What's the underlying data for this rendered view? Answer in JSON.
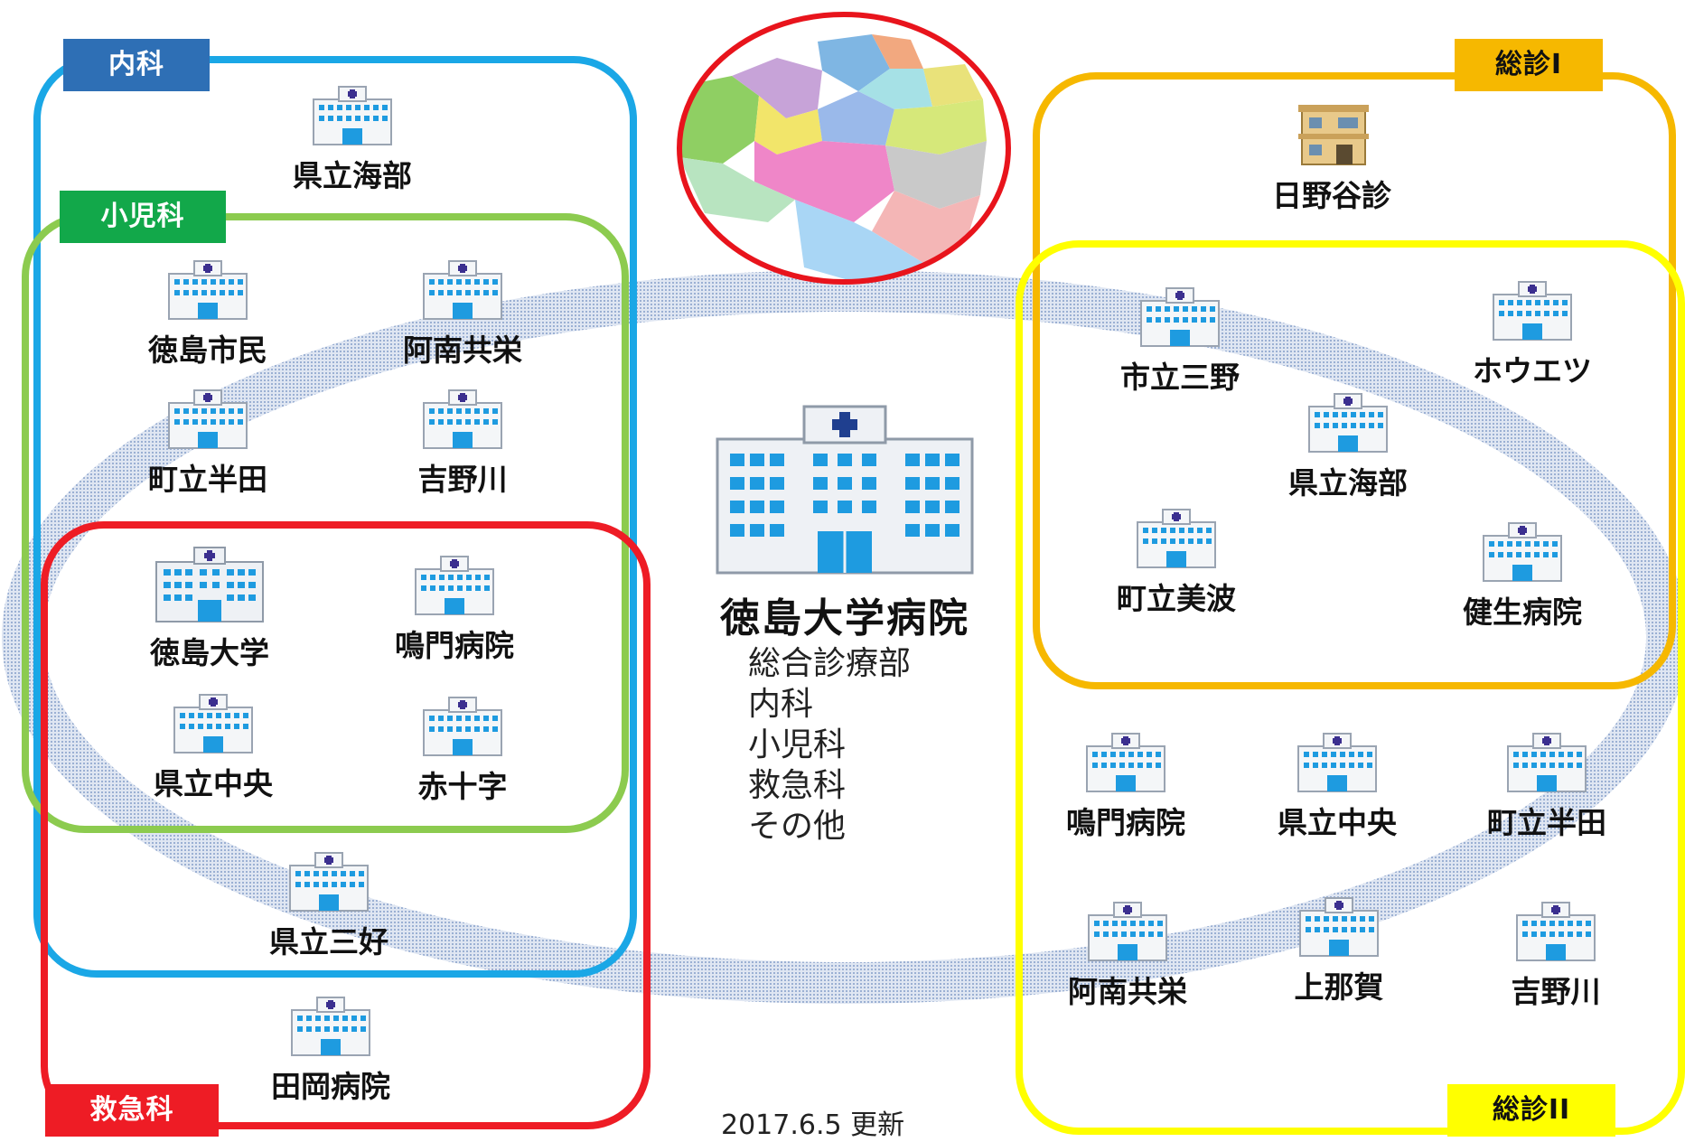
{
  "groups": {
    "naika": {
      "label": "内科",
      "color": "#1aa7e6",
      "tag_color": "#2e6fb5"
    },
    "shonika": {
      "label": "小児科",
      "color": "#8ccb4f",
      "tag_color": "#12a84a"
    },
    "kyukyu": {
      "label": "救急科",
      "color": "#ee1c25",
      "tag_color": "#ee1c25"
    },
    "soshin1": {
      "label": "総診I",
      "color": "#f6b800",
      "tag_color": "#f6b800"
    },
    "soshin2": {
      "label": "総診II",
      "color": "#ffff00",
      "tag_color": "#ffff00"
    }
  },
  "left_hospitals": {
    "kenritsu_kaifu": "県立海部",
    "tokushima_shimin": "徳島市民",
    "anan_kyoei": "阿南共栄",
    "choritsu_handa": "町立半田",
    "yoshinogawa": "吉野川",
    "tokushima_daigaku": "徳島大学",
    "naruto_byoin": "鳴門病院",
    "kenritsu_chuo": "県立中央",
    "sekijuji": "赤十字",
    "kenritsu_miyoshi": "県立三好",
    "taoka_byoin": "田岡病院"
  },
  "right_hospitals": {
    "hinodani": "日野谷診",
    "shiritsu_mino": "市立三野",
    "houetsu": "ホウエツ",
    "kenritsu_kaifu": "県立海部",
    "choritsu_minami": "町立美波",
    "kensei_byoin": "健生病院",
    "naruto_byoin": "鳴門病院",
    "kenritsu_chuo": "県立中央",
    "choritsu_handa": "町立半田",
    "anan_kyoei": "阿南共栄",
    "kaminaka": "上那賀",
    "yoshinogawa": "吉野川"
  },
  "center": {
    "title": "徳島大学病院",
    "departments": [
      "総合診療部",
      "内科",
      "小児科",
      "救急科",
      "その他"
    ]
  },
  "footer": {
    "updated": "2017.6.5 更新"
  },
  "map": {
    "border_color": "#e8141c"
  }
}
